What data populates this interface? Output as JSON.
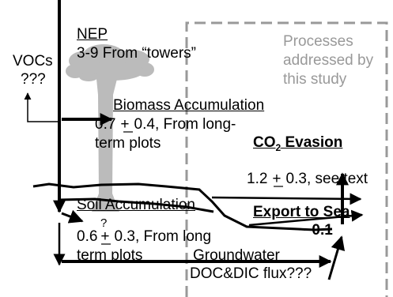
{
  "colors": {
    "ink": "#000000",
    "tree": "#bbbbbb",
    "process_box": "#999999"
  },
  "nep": {
    "heading": "NEP",
    "value": "3-9",
    "source": "From “towers”"
  },
  "vocs": {
    "label": "VOCs",
    "value": "???"
  },
  "processes_box": {
    "line1": "Processes",
    "line2": "addressed by",
    "line3": "this study"
  },
  "biomass": {
    "heading": "Biomass Accumulation",
    "value": "0.7",
    "pm": "+",
    "uncertainty": "0.4,",
    "source_line1": "From long-",
    "source_line2": "term plots"
  },
  "co2_evasion": {
    "heading_prefix": "CO",
    "heading_sub": "2",
    "heading_suffix": " Evasion",
    "value": "1.2",
    "pm": "+",
    "uncertainty": "0.3, see text"
  },
  "soil": {
    "heading": "Soil Accumulation",
    "value": "0.6",
    "pm": "+",
    "uncertainty": "0.3,",
    "source_line1": "From long",
    "source_line2": "term plots",
    "question": "?"
  },
  "export": {
    "heading": "Export to Sea",
    "value": "~ 0.1"
  },
  "groundwater": {
    "line1": "Groundwater",
    "line2": "DOC&DIC flux???"
  }
}
